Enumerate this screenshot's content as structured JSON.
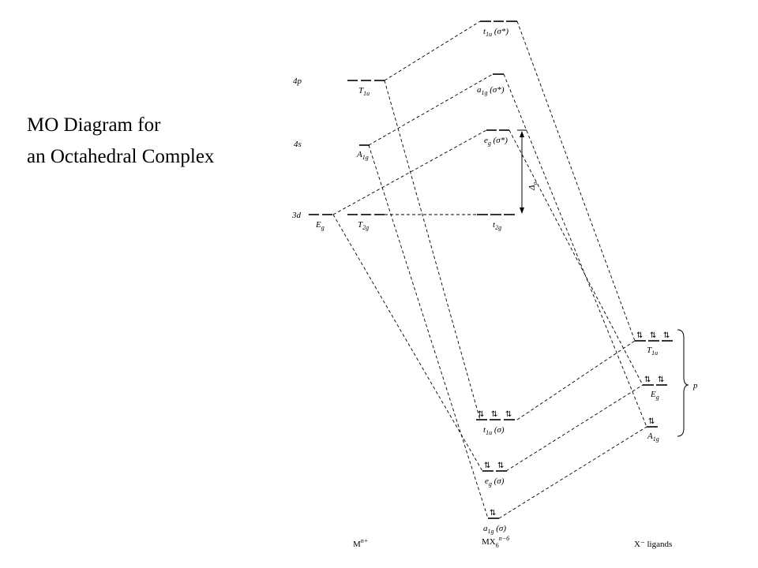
{
  "title": {
    "line1": "MO Diagram for",
    "line2": "an Octahedral Complex"
  },
  "columns": {
    "metal": "M",
    "metal_charge": "n+",
    "complex_base": "MX",
    "complex_sub": "6",
    "complex_charge": "n−6",
    "ligands": "X⁻ ligands"
  },
  "metal_orbitals": {
    "p4": "4p",
    "s4": "4s",
    "d3": "3d",
    "T1u": {
      "main": "T",
      "sub": "1u"
    },
    "A1g": {
      "main": "A",
      "sub": "1g"
    },
    "Eg": {
      "main": "E",
      "sub": "g"
    },
    "T2g": {
      "main": "T",
      "sub": "2g"
    }
  },
  "mo_levels": {
    "t1u_star": {
      "main": "t",
      "sub": "1u",
      "tail": " (σ*)"
    },
    "a1g_star": {
      "main": "a",
      "sub": "1g",
      "tail": " (σ*)"
    },
    "eg_star": {
      "main": "e",
      "sub": "g",
      "tail": " (σ*)"
    },
    "t2g": {
      "main": "t",
      "sub": "2g"
    },
    "t1u": {
      "main": "t",
      "sub": "1u",
      "tail": " (σ)"
    },
    "eg": {
      "main": "e",
      "sub": "g",
      "tail": " (σ)"
    },
    "a1g": {
      "main": "a",
      "sub": "1g",
      "tail": " (σ)"
    }
  },
  "splitting": {
    "main": "Δ",
    "sub": "o"
  },
  "ligand_orbitals": {
    "T1u": {
      "main": "T",
      "sub": "1u"
    },
    "Eg": {
      "main": "E",
      "sub": "g"
    },
    "A1g": {
      "main": "A",
      "sub": "1g"
    },
    "group": "p"
  },
  "electron_glyph": "⇅"
}
